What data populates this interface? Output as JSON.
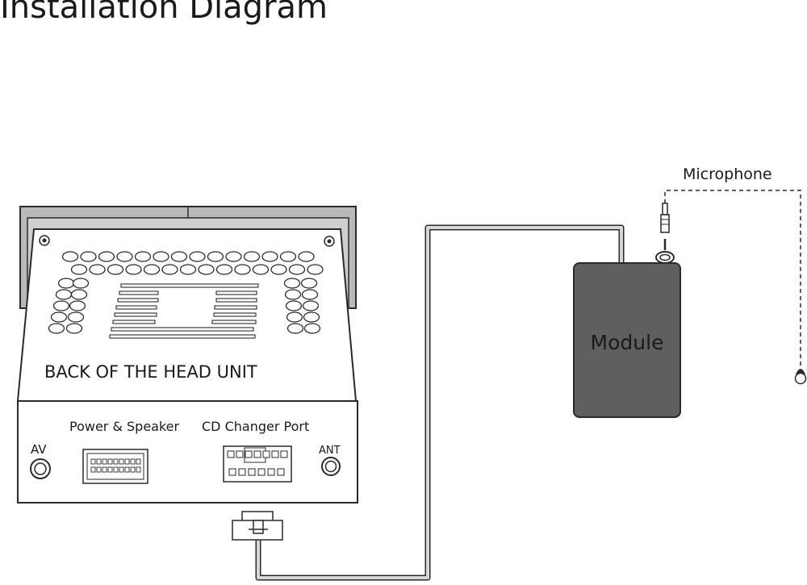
{
  "title": "Installation Diagram",
  "labels": {
    "head_unit_back": "BACK OF THE HEAD UNIT",
    "power_speaker": "Power & Speaker",
    "cd_changer": "CD Changer Port",
    "av": "AV",
    "ant": "ANT",
    "module": "Module",
    "microphone": "Microphone"
  },
  "colors": {
    "line": "#2a2a2a",
    "bracket": "#b9b9b9",
    "module_fill": "#5f5f5f",
    "cable": "#d4d4d4"
  }
}
